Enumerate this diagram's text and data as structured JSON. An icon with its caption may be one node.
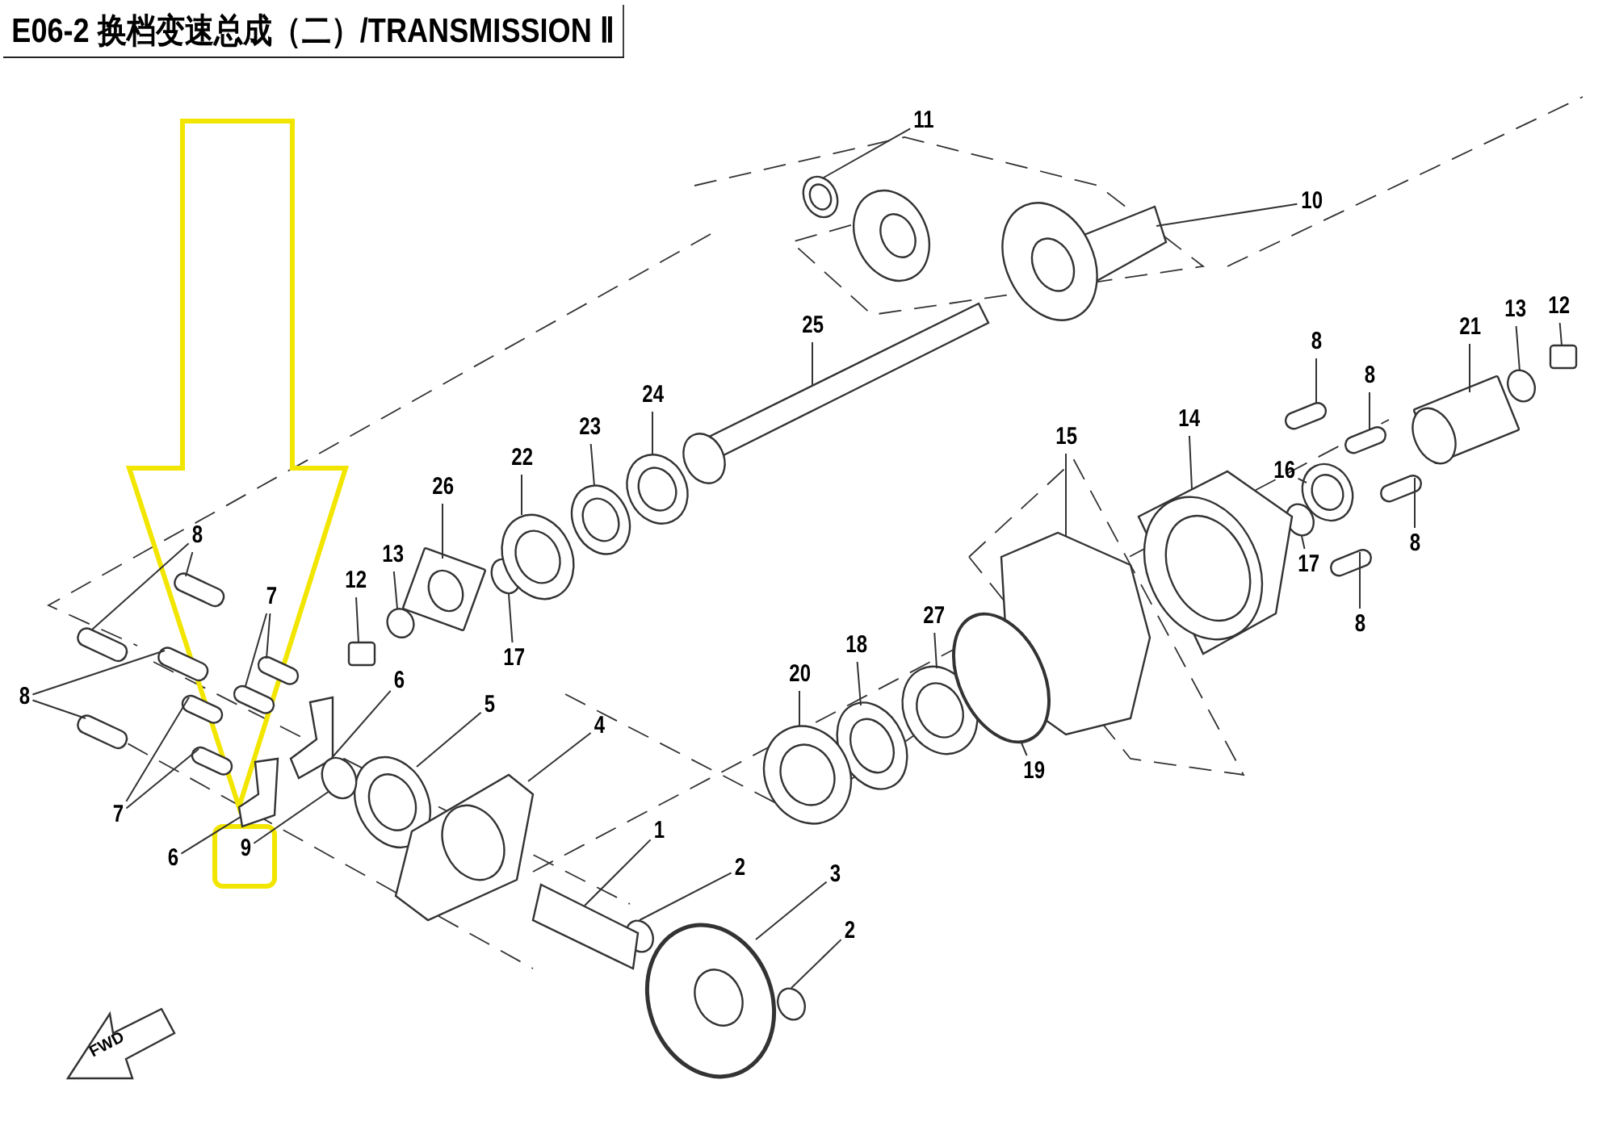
{
  "diagram": {
    "title": "E06-2 换档变速总成（二）/TRANSMISSION Ⅱ",
    "nodes": [
      {
        "text": [
          "11"
        ]
      },
      {
        "text": [
          "10"
        ]
      },
      {
        "text": [
          "25"
        ]
      },
      {
        "text": [
          "8"
        ]
      },
      {
        "text": [
          "21"
        ]
      },
      {
        "text": [
          "13"
        ]
      },
      {
        "text": [
          "12"
        ]
      },
      {
        "text": [
          "8"
        ]
      },
      {
        "text": [
          "24"
        ]
      },
      {
        "text": [
          "23"
        ]
      },
      {
        "text": [
          "15"
        ]
      },
      {
        "text": [
          "14"
        ]
      },
      {
        "text": [
          "22"
        ]
      },
      {
        "text": [
          "16"
        ]
      },
      {
        "text": [
          "26"
        ]
      },
      {
        "text": [
          "8"
        ]
      },
      {
        "text": [
          "8"
        ]
      },
      {
        "text": [
          "13"
        ]
      },
      {
        "text": [
          "17"
        ]
      },
      {
        "text": [
          "12"
        ]
      },
      {
        "text": [
          "7"
        ]
      },
      {
        "text": [
          "8"
        ]
      },
      {
        "text": [
          "17"
        ]
      },
      {
        "text": [
          "18"
        ]
      },
      {
        "text": [
          "27"
        ]
      },
      {
        "text": [
          "20"
        ]
      },
      {
        "text": [
          "6"
        ]
      },
      {
        "text": [
          "8"
        ]
      },
      {
        "text": [
          "5"
        ]
      },
      {
        "text": [
          "19"
        ]
      },
      {
        "text": [
          "4"
        ]
      },
      {
        "text": [
          "7"
        ]
      },
      {
        "text": [
          "1"
        ]
      },
      {
        "text": [
          "6"
        ]
      },
      {
        "text": [
          "9"
        ]
      },
      {
        "text": [
          "2"
        ]
      },
      {
        "text": [
          "3"
        ]
      },
      {
        "text": [
          "2"
        ]
      },
      {
        "text": [],
        "shape": "circle"
      },
      {
        "text": [],
        "shape": "circle"
      },
      {
        "text": [],
        "shape": "circle"
      },
      {
        "text": [],
        "shape": "circle"
      },
      {
        "text": [],
        "shape": "circle"
      },
      {
        "text": [],
        "shape": "circle"
      },
      {
        "text": [],
        "shape": "picture"
      },
      {
        "text": [],
        "shape": "circle"
      },
      {
        "text": [],
        "shape": "circle"
      },
      {
        "text": [],
        "shape": "picture"
      },
      {
        "text": [],
        "shape": "picture"
      },
      {
        "text": [],
        "shape": "bar"
      },
      {
        "text": [],
        "shape": "cylinder"
      },
      {
        "text": [],
        "shape": "circle"
      },
      {
        "text": [],
        "shape": "box"
      },
      {
        "text": [],
        "shape": "bar"
      },
      {
        "text": [],
        "shape": "circle"
      },
      {
        "text": [],
        "shape": "circle"
      },
      {
        "text": [],
        "shape": "picture"
      },
      {
        "text": [],
        "shape": "picture"
      },
      {
        "text": [],
        "shape": "circle"
      },
      {
        "text": [],
        "shape": "picture"
      },
      {
        "text": [],
        "shape": "bar"
      },
      {
        "text": [],
        "shape": "bar"
      },
      {
        "text": [],
        "shape": "bar"
      },
      {
        "text": [],
        "shape": "box"
      },
      {
        "text": [],
        "shape": "bar"
      },
      {
        "text": [],
        "shape": "bar"
      },
      {
        "text": [],
        "shape": "bar"
      },
      {
        "text": [],
        "shape": "circle"
      },
      {
        "text": [],
        "shape": "circle"
      },
      {
        "text": [],
        "shape": "circle"
      },
      {
        "text": [],
        "shape": "picture"
      },
      {
        "text": [],
        "shape": "bar"
      },
      {
        "text": [],
        "shape": "bar"
      },
      {
        "text": [],
        "shape": "circle"
      },
      {
        "text": [],
        "shape": "circle"
      },
      {
        "text": [],
        "shape": "picture"
      },
      {
        "text": [],
        "shape": "bar"
      },
      {
        "text": [],
        "shape": "bar"
      },
      {
        "text": [],
        "shape": "picture"
      },
      {
        "text": [],
        "shape": "circle"
      },
      {
        "text": [],
        "shape": "picture"
      }
    ],
    "edges": [
      {
        "from": 0,
        "to": 45,
        "arrow": "none"
      },
      {
        "from": 1,
        "to": 47,
        "arrow": "none"
      },
      {
        "from": 2,
        "to": 48,
        "arrow": "none"
      },
      {
        "from": 3,
        "to": 49,
        "arrow": "none"
      },
      {
        "from": 4,
        "to": 50,
        "arrow": "none"
      },
      {
        "from": 5,
        "to": 51,
        "arrow": "none"
      },
      {
        "from": 6,
        "to": 52,
        "arrow": "none"
      },
      {
        "from": 7,
        "to": 53,
        "arrow": "none"
      },
      {
        "from": 8,
        "to": 54,
        "arrow": "none"
      },
      {
        "from": 9,
        "to": 55,
        "arrow": "none"
      },
      {
        "from": 10,
        "to": 56,
        "arrow": "none"
      },
      {
        "from": 11,
        "to": 57,
        "arrow": "none"
      },
      {
        "from": 12,
        "to": 58,
        "arrow": "none"
      },
      {
        "from": 13,
        "to": 38,
        "arrow": "none"
      },
      {
        "from": 14,
        "to": 59,
        "arrow": "none"
      },
      {
        "from": 15,
        "to": 60,
        "arrow": "none"
      },
      {
        "from": 15,
        "to": 61,
        "arrow": "none"
      },
      {
        "from": 16,
        "to": 62,
        "arrow": "none"
      },
      {
        "from": 17,
        "to": 43,
        "arrow": "none"
      },
      {
        "from": 18,
        "to": 39,
        "arrow": "none"
      },
      {
        "from": 19,
        "to": 63,
        "arrow": "none"
      },
      {
        "from": 20,
        "to": 64,
        "arrow": "none"
      },
      {
        "from": 20,
        "to": 65,
        "arrow": "none"
      },
      {
        "from": 21,
        "to": 66,
        "arrow": "none"
      },
      {
        "from": 22,
        "to": 40,
        "arrow": "none"
      },
      {
        "from": 23,
        "to": 67,
        "arrow": "none"
      },
      {
        "from": 24,
        "to": 68,
        "arrow": "none"
      },
      {
        "from": 25,
        "to": 69,
        "arrow": "none"
      },
      {
        "from": 26,
        "to": 70,
        "arrow": "none"
      },
      {
        "from": 27,
        "to": 71,
        "arrow": "none"
      },
      {
        "from": 27,
        "to": 72,
        "arrow": "none"
      },
      {
        "from": 28,
        "to": 73,
        "arrow": "none"
      },
      {
        "from": 29,
        "to": 74,
        "arrow": "none"
      },
      {
        "from": 30,
        "to": 75,
        "arrow": "none"
      },
      {
        "from": 31,
        "to": 76,
        "arrow": "none"
      },
      {
        "from": 31,
        "to": 77,
        "arrow": "none"
      },
      {
        "from": 32,
        "to": 78,
        "arrow": "none"
      },
      {
        "from": 33,
        "to": 44,
        "arrow": "none"
      },
      {
        "from": 34,
        "to": 79,
        "arrow": "none"
      },
      {
        "from": 35,
        "to": 41,
        "arrow": "none"
      },
      {
        "from": 36,
        "to": 80,
        "arrow": "none"
      },
      {
        "from": 37,
        "to": 42,
        "arrow": "none"
      }
    ],
    "labels": [
      "FWD"
    ]
  }
}
